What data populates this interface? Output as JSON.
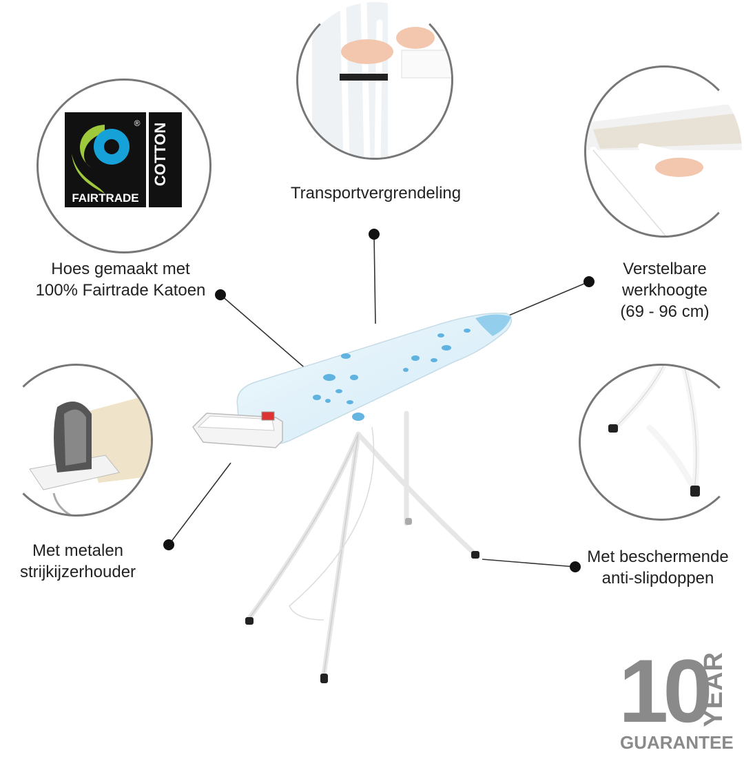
{
  "labels": {
    "transport": "Transportvergrendeling",
    "cover_line1": "Hoes gemaakt met",
    "cover_line2": "100% Fairtrade Katoen",
    "height_line1": "Verstelbare",
    "height_line2": "werkhoogte",
    "height_line3": "(69 - 96 cm)",
    "iron_line1": "Met metalen",
    "iron_line2": "strijkijzerhouder",
    "feet_line1": "Met beschermende",
    "feet_line2": "anti-slipdoppen"
  },
  "fairtrade": {
    "brand": "FAIRTRADE",
    "material": "COTTON",
    "registered": "®"
  },
  "guarantee": {
    "number": "10",
    "unit": "YEAR",
    "word": "GUARANTEE"
  },
  "colors": {
    "accent_blue": "#2aa7e0",
    "fairtrade_green": "#9dc93b",
    "fairtrade_blue": "#16a2d8",
    "badge_grey": "#8a8a8a",
    "board_blue": "#e3f3fb"
  }
}
